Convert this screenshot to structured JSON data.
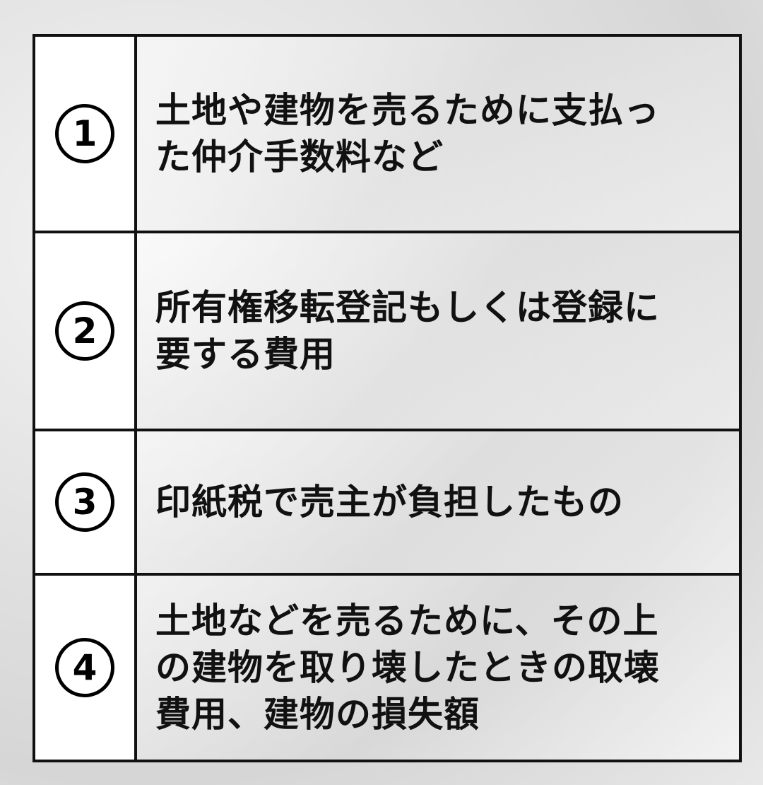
{
  "items": [
    {
      "number": "1",
      "lines": [
        "土地や建物を売るために支払っ",
        "た仲介手数料など"
      ]
    },
    {
      "number": "2",
      "lines": [
        "所有権移転登記もしくは登録に",
        "要する費用"
      ]
    },
    {
      "number": "3",
      "lines": [
        "印紙税で売主が負担したもの"
      ]
    },
    {
      "number": "4",
      "lines": [
        "土地などを売るために、その上",
        "の建物を取り壊したときの取壊",
        "費用、建物の損失額"
      ]
    }
  ]
}
